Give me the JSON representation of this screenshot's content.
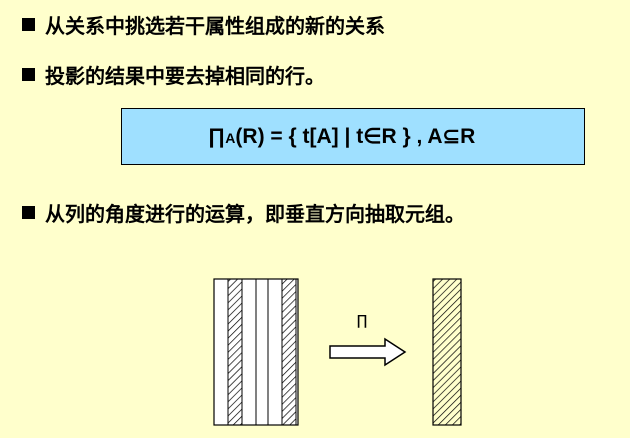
{
  "bullets": [
    "从关系中挑选若干属性组成的新的关系",
    "投影的结果中要去掉相同的行。",
    "从列的角度进行的运算，即垂直方向抽取元组。"
  ],
  "formula": {
    "pi": "∏",
    "subscript": "A",
    "body": "(R) = { t[A] | t∈R } , A⊆R"
  },
  "diagram": {
    "operator_label": "∏"
  }
}
